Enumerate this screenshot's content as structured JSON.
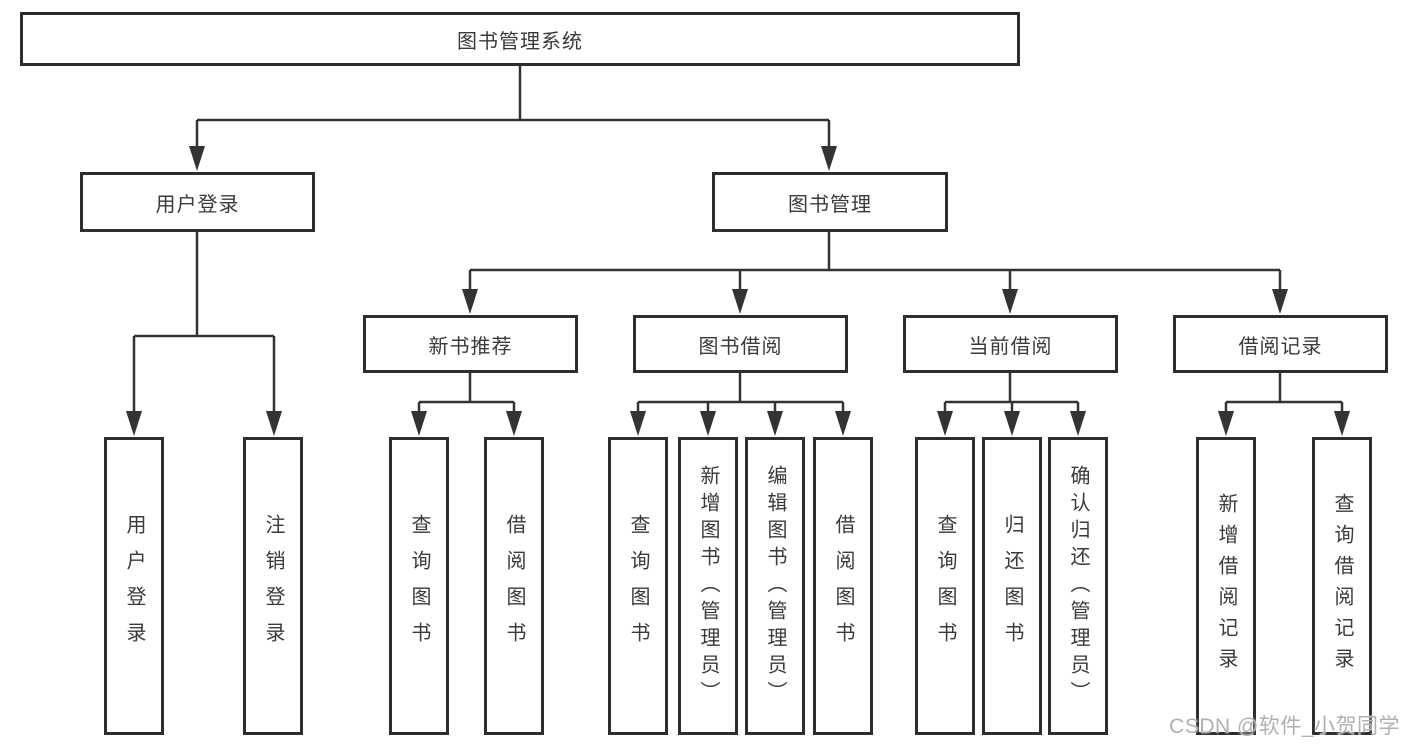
{
  "tree": {
    "label": "图书管理系统",
    "children": [
      {
        "label": "用户登录",
        "children": [
          {
            "label": "用户登录"
          },
          {
            "label": "注销登录"
          }
        ]
      },
      {
        "label": "图书管理",
        "children": [
          {
            "label": "新书推荐",
            "children": [
              {
                "label": "查询图书"
              },
              {
                "label": "借阅图书"
              }
            ]
          },
          {
            "label": "图书借阅",
            "children": [
              {
                "label": "查询图书"
              },
              {
                "label": "新增图书（管理员）"
              },
              {
                "label": "编辑图书（管理员）"
              },
              {
                "label": "借阅图书"
              }
            ]
          },
          {
            "label": "当前借阅",
            "children": [
              {
                "label": "查询图书"
              },
              {
                "label": "归还图书"
              },
              {
                "label": "确认归还（管理员）"
              }
            ]
          },
          {
            "label": "借阅记录",
            "children": [
              {
                "label": "新增借阅记录"
              },
              {
                "label": "查询借阅记录"
              }
            ]
          }
        ]
      }
    ]
  },
  "watermark": "CSDN @软件_小贺同学",
  "colors": {
    "line": "#333333",
    "box_border": "#2e2e2e",
    "text": "#3a3a3a",
    "watermark": "#b0b0b0"
  }
}
